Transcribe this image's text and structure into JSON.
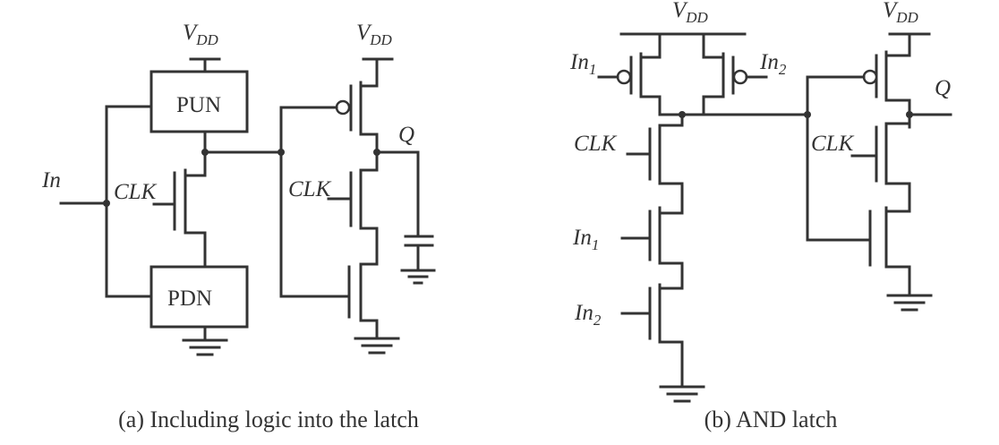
{
  "circuit_a": {
    "caption": "(a) Including logic into the latch",
    "vdd_left": {
      "main": "V",
      "sub": "DD"
    },
    "vdd_right": {
      "main": "V",
      "sub": "DD"
    },
    "pun_label": "PUN",
    "pdn_label": "PDN",
    "input_label": "In",
    "clk_left": "CLK",
    "clk_right": "CLK",
    "output_label": "Q"
  },
  "circuit_b": {
    "caption": "(b) AND latch",
    "vdd_left": {
      "main": "V",
      "sub": "DD"
    },
    "vdd_right": {
      "main": "V",
      "sub": "DD"
    },
    "in1_top": {
      "main": "In",
      "sub": "1"
    },
    "in2_top": {
      "main": "In",
      "sub": "2"
    },
    "clk_left": "CLK",
    "in1_stack": {
      "main": "In",
      "sub": "1"
    },
    "in2_stack": {
      "main": "In",
      "sub": "2"
    },
    "clk_right": "CLK",
    "output_label": "Q"
  }
}
